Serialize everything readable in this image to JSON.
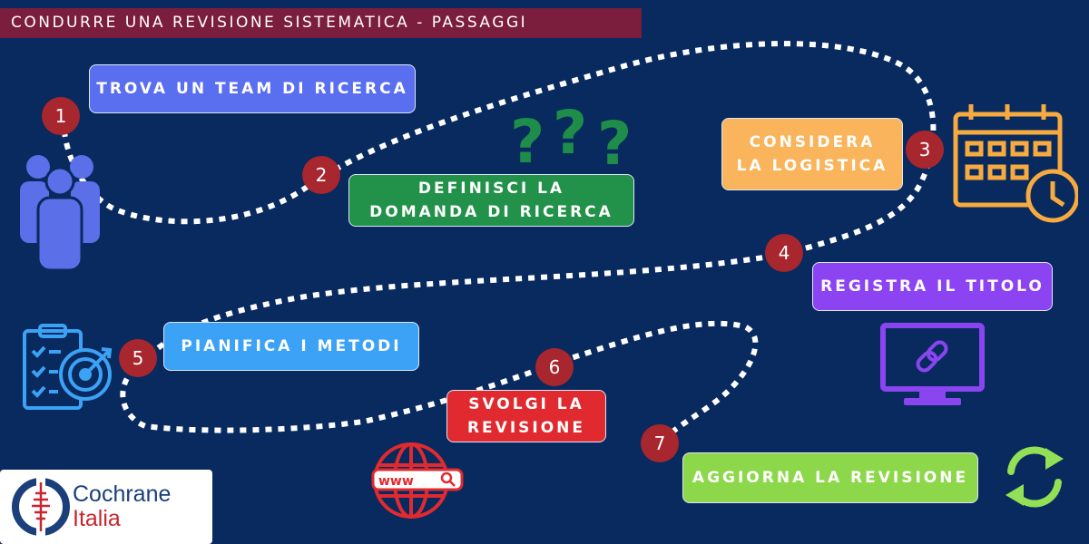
{
  "title": "CONDURRE UNA REVISIONE SISTEMATICA - PASSAGGI",
  "steps": [
    {
      "number": "1",
      "label": "TROVA UN TEAM DI RICERCA",
      "color": "#5a6ef0"
    },
    {
      "number": "2",
      "label": "DEFINISCI LA\nDOMANDA DI RICERCA",
      "color": "#22914a"
    },
    {
      "number": "3",
      "label": "CONSIDERA\nLA LOGISTICA",
      "color": "#f9b45c"
    },
    {
      "number": "4",
      "label": "REGISTRA IL TITOLO",
      "color": "#8c43f2"
    },
    {
      "number": "5",
      "label": "PIANIFICA I METODI",
      "color": "#3ba2f5"
    },
    {
      "number": "6",
      "label": "SVOLGI LA\nREVISIONE",
      "color": "#e02a2f"
    },
    {
      "number": "7",
      "label": "AGGIORNA LA REVISIONE",
      "color": "#8dd84a"
    }
  ],
  "icons": {
    "team": "team-icon",
    "questions": "question-marks-icon",
    "calendar": "calendar-clock-icon",
    "monitor": "monitor-link-icon",
    "methods": "clipboard-target-icon",
    "web": "globe-www-icon",
    "update": "refresh-arrows-icon"
  },
  "logo": {
    "line1": "Cochrane",
    "line2": "Italia"
  },
  "colors": {
    "background": "#082a5e",
    "title_bar": "#7b1d3c",
    "number_circle": "#a8262e",
    "logo_red": "#c8262e",
    "logo_navy": "#1b3f7a"
  }
}
